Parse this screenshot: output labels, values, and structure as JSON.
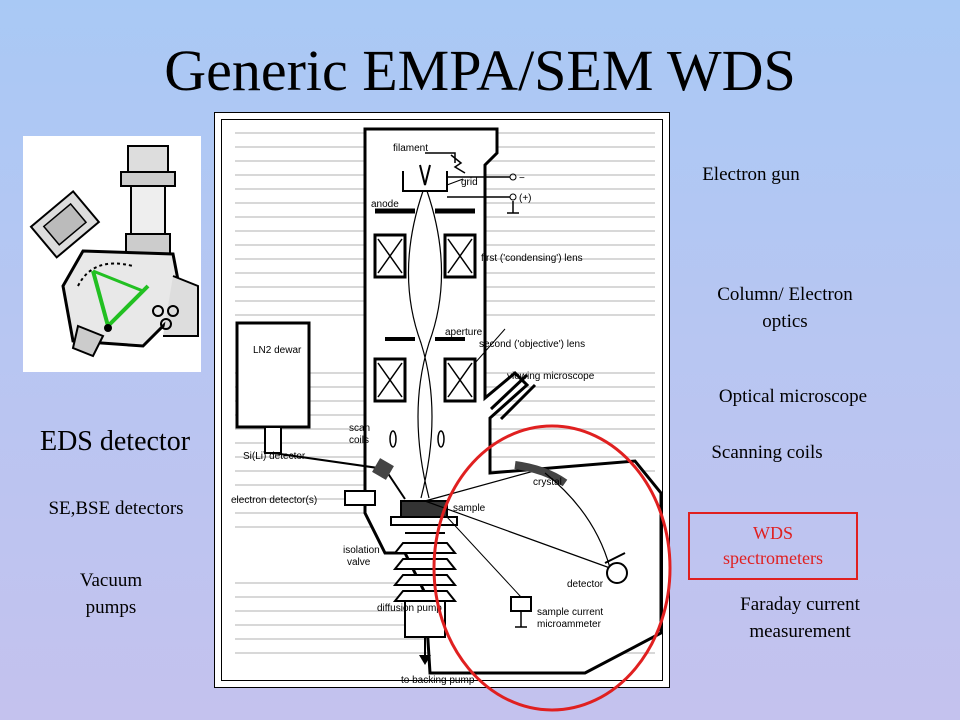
{
  "slide": {
    "title": "Generic EMPA/SEM WDS"
  },
  "left_labels": {
    "eds": "EDS detector",
    "se_bse": "SE,BSE detectors",
    "vacuum_line1": "Vacuum",
    "vacuum_line2": "pumps"
  },
  "right_labels": {
    "electron_gun": "Electron gun",
    "column_line1": "Column/ Electron",
    "column_line2": "optics",
    "optical": "Optical microscope",
    "scanning": "Scanning coils",
    "wds_line1": "WDS",
    "wds_line2": "spectrometers",
    "faraday_line1": "Faraday current",
    "faraday_line2": "measurement"
  },
  "diagram_labels": {
    "filament": "filament",
    "grid": "grid",
    "anode": "anode",
    "minus": "−",
    "plus": "(+)",
    "first_lens": "first ('condensing') lens",
    "aperture": "aperture",
    "second_lens": "second ('objective') lens",
    "ln2": "LN2 dewar",
    "viewing": "viewing microscope",
    "scan": "scan",
    "coils": "coils",
    "sili": "Si(Li) detector",
    "electron_det": "electron detector(s)",
    "crystal": "crystal",
    "sample": "sample",
    "isolation": "isolation",
    "valve": "valve",
    "detector": "detector",
    "diffusion": "diffusion pump",
    "sample_current": "sample current",
    "microammeter": "microammeter",
    "backing": "to backing pump"
  },
  "colors": {
    "wds_highlight": "#e02020",
    "circle_highlight": "#e02020",
    "eds_rays": "#22c022"
  }
}
